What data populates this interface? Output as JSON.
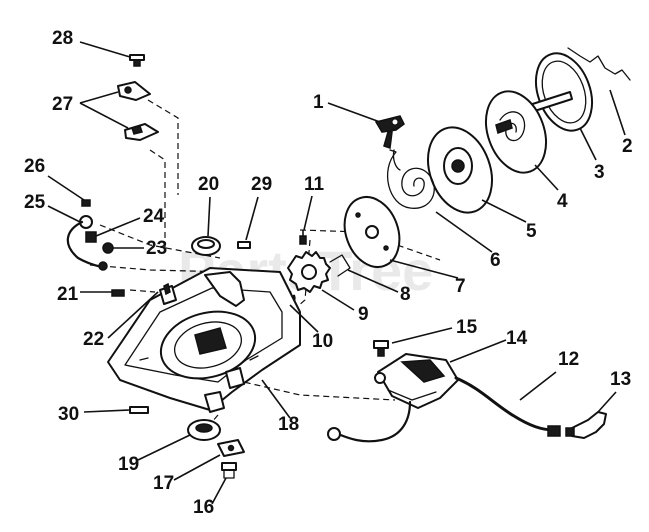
{
  "watermark": "PartsTree",
  "callouts": [
    "1",
    "2",
    "3",
    "4",
    "5",
    "6",
    "7",
    "8",
    "9",
    "10",
    "11",
    "12",
    "13",
    "14",
    "15",
    "16",
    "17",
    "18",
    "19",
    "20",
    "21",
    "22",
    "23",
    "24",
    "25",
    "26",
    "27",
    "28",
    "29",
    "30"
  ]
}
